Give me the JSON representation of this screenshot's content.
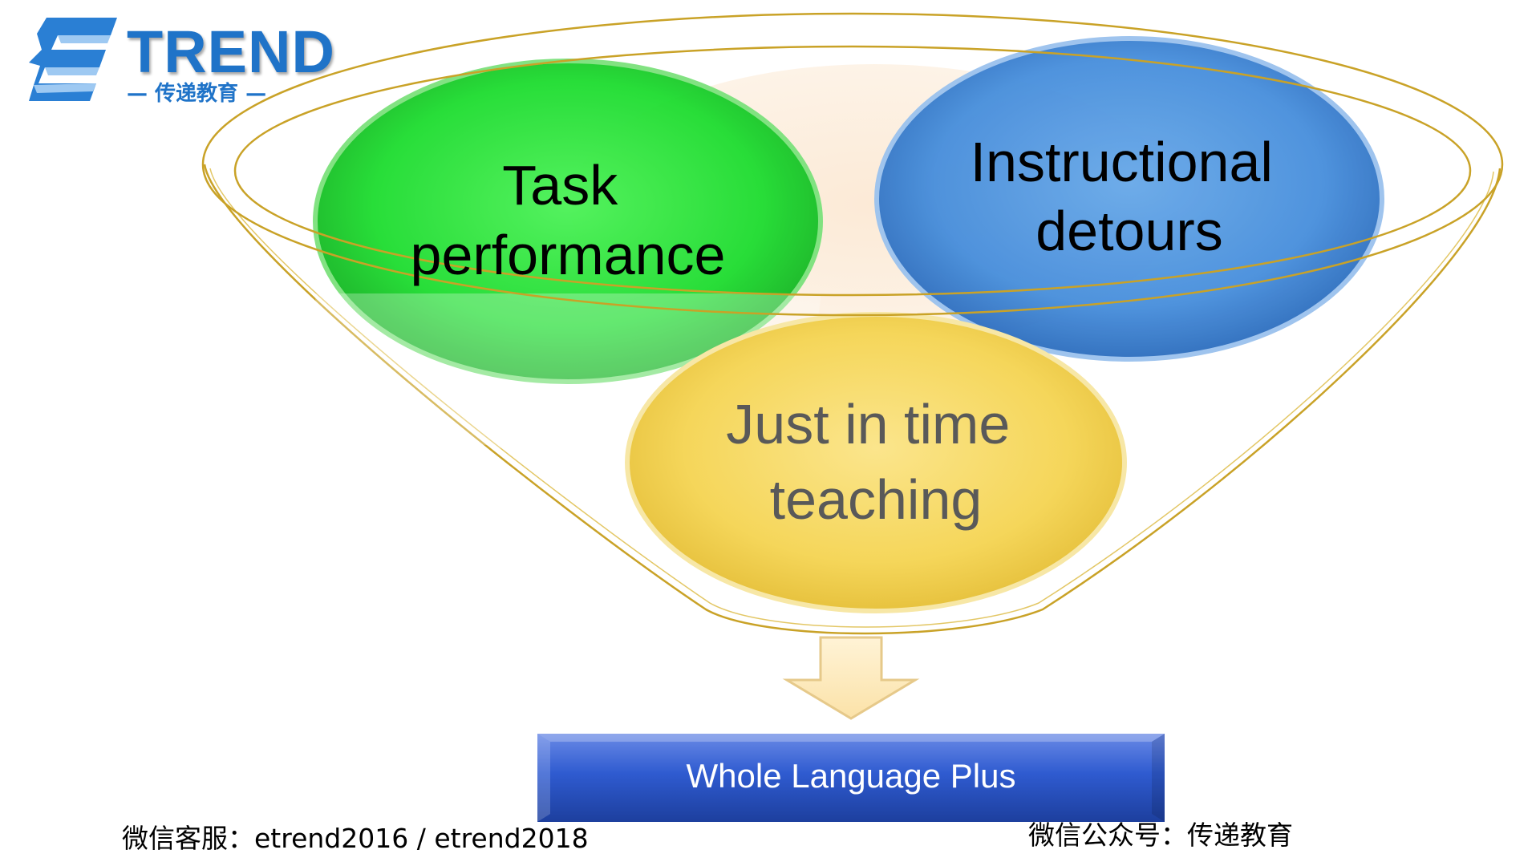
{
  "logo": {
    "word": "TREND",
    "subtitle": "— 传递教育 —"
  },
  "diagram": {
    "circles": [
      {
        "id": "task",
        "lines": [
          "Task",
          "performance"
        ],
        "color": "#22dd33"
      },
      {
        "id": "detours",
        "lines": [
          "Instructional",
          "detours"
        ],
        "color": "#4a90dc"
      },
      {
        "id": "jit",
        "lines": [
          "Just in time",
          "teaching"
        ],
        "color": "#f5d65a"
      }
    ],
    "result_box": "Whole Language Plus"
  },
  "colors": {
    "funnel_outline": "#c9a227",
    "box_blue": "#2b56c4",
    "logo_blue": "#1f73c8"
  },
  "footer": {
    "left": "微信客服：etrend2016 / etrend2018",
    "right": "微信公众号：传递教育"
  }
}
